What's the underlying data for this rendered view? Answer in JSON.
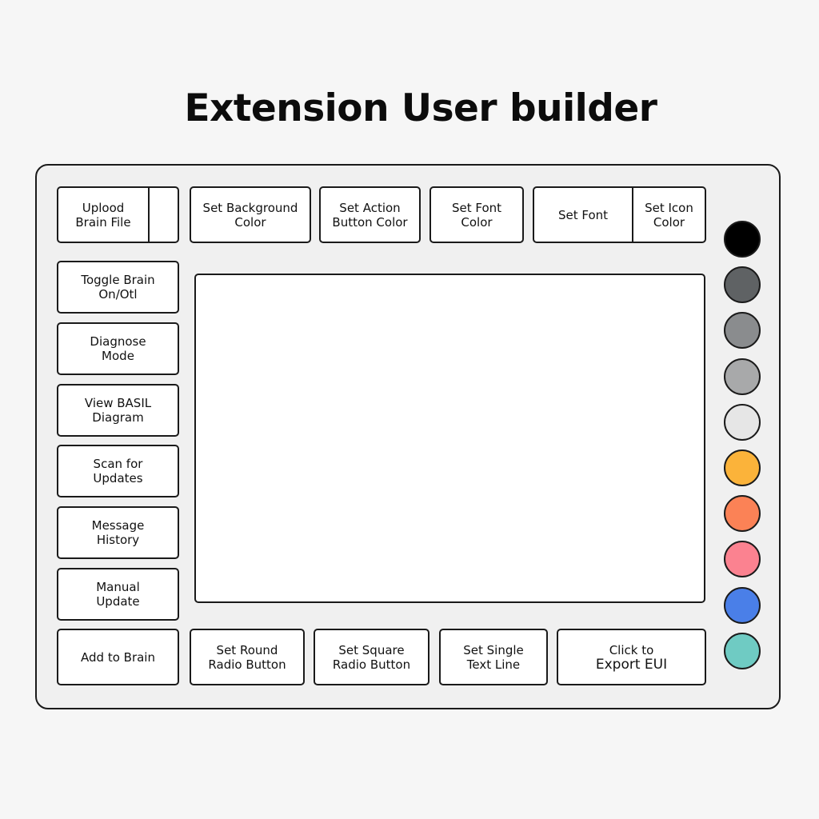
{
  "title": "Extension User builder",
  "top_row": {
    "upload": {
      "label": "Uplood\nBrain File"
    },
    "background": {
      "label": "Set Background\nColor"
    },
    "action_button": {
      "label": "Set Action\nButton Color"
    },
    "font_color": {
      "label": "Set Font\nColor"
    },
    "font": {
      "label": "Set Font"
    },
    "icon_color": {
      "label": "Set Icon\nColor"
    }
  },
  "sidebar": {
    "items": [
      {
        "label": "Toggle  Brain\nOn/Otl"
      },
      {
        "label": "Diagnose\nMode"
      },
      {
        "label": "View BASIL\nDiagram"
      },
      {
        "label": "Scan for\nUpdates"
      },
      {
        "label": "Message\nHistory"
      },
      {
        "label": "Manual\nUpdate"
      }
    ]
  },
  "bottom_row": {
    "add_to_brain": {
      "label": "Add to Brain"
    },
    "round_radio": {
      "label": "Set Round\nRadio Button"
    },
    "square_radio": {
      "label": "Set Square\nRadio Button"
    },
    "single_text": {
      "label": "Set Single\nText Line"
    },
    "export_line1": "Click to",
    "export_line2": "Export EUI"
  },
  "palette": {
    "colors": [
      "#000000",
      "#5f6264",
      "#8a8c8e",
      "#a8a9aa",
      "#e6e6e6",
      "#fbb33a",
      "#fb8256",
      "#fb8290",
      "#4a7fe8",
      "#6fcbc3"
    ]
  }
}
